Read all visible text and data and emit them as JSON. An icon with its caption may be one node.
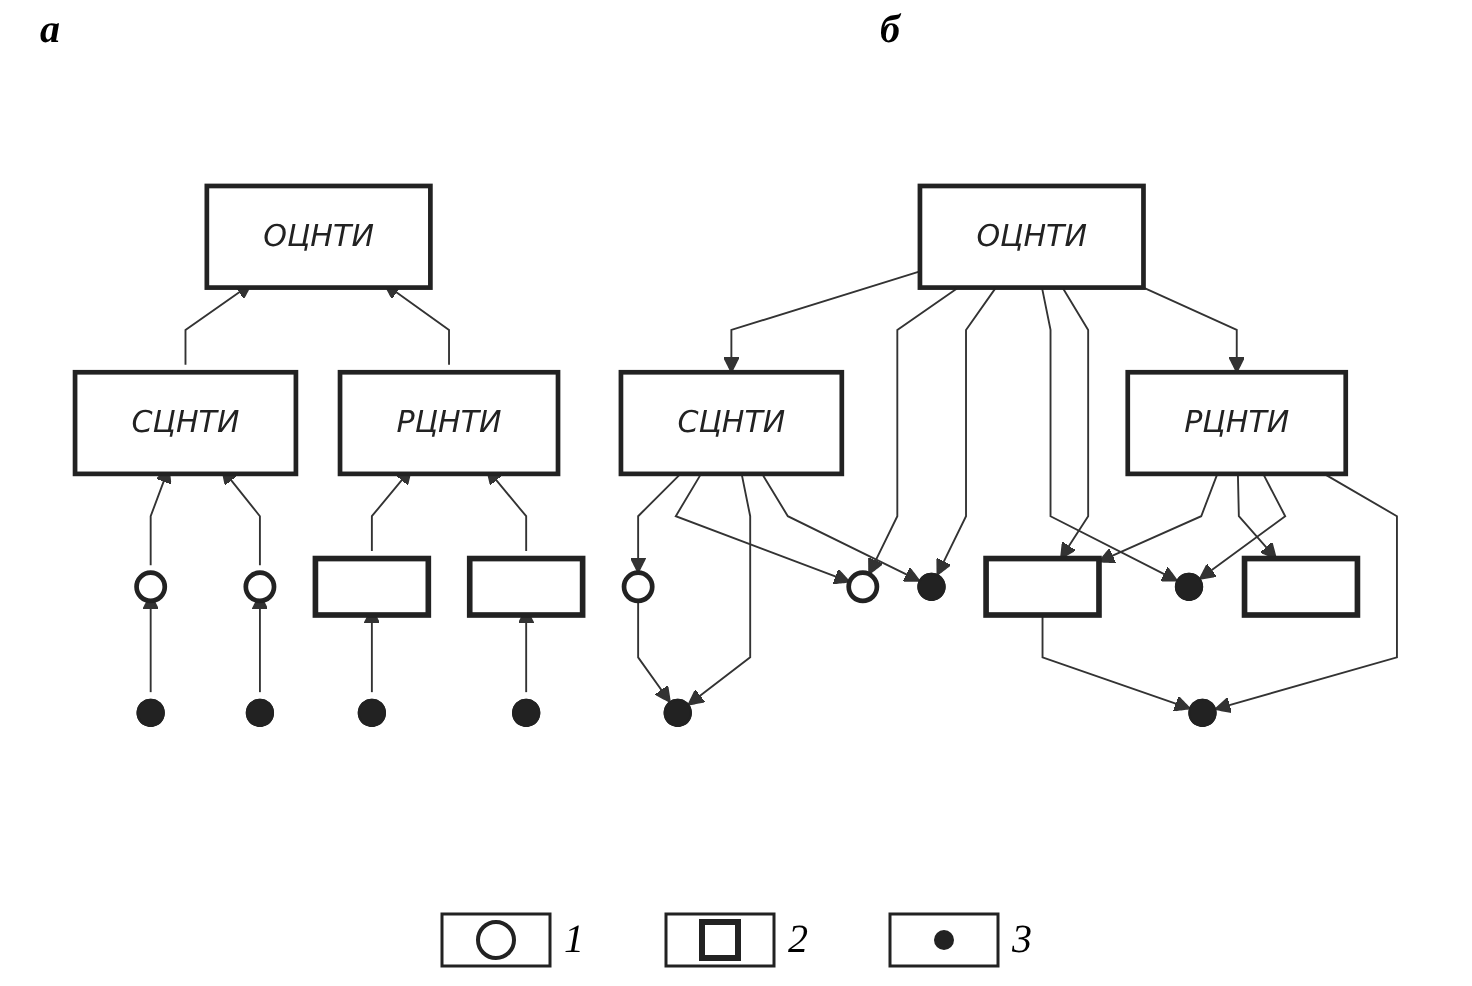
{
  "diagram": {
    "nodes": [
      {
        "text": [
          "ОЦНТИ"
        ]
      },
      {
        "text": [
          "СЦНТИ"
        ]
      },
      {
        "text": [
          "РЦНТИ"
        ]
      },
      {
        "text": [],
        "shape": "circle"
      },
      {
        "text": [],
        "shape": "circle"
      },
      {
        "text": [],
        "shape": "box"
      },
      {
        "text": [],
        "shape": "box"
      },
      {
        "text": [],
        "shape": "dot"
      },
      {
        "text": [],
        "shape": "dot"
      },
      {
        "text": [],
        "shape": "dot"
      },
      {
        "text": [],
        "shape": "dot"
      },
      {
        "text": [
          "ОЦНТИ"
        ]
      },
      {
        "text": [
          "СЦНТИ"
        ]
      },
      {
        "text": [
          "РЦНТИ"
        ]
      },
      {
        "text": [],
        "shape": "circle"
      },
      {
        "text": [],
        "shape": "circle"
      },
      {
        "text": [],
        "shape": "box"
      },
      {
        "text": [],
        "shape": "box"
      },
      {
        "text": [],
        "shape": "dot"
      },
      {
        "text": [],
        "shape": "dot"
      },
      {
        "text": [],
        "shape": "dot"
      },
      {
        "text": [],
        "shape": "dot"
      }
    ],
    "edges": [
      {
        "from": 1,
        "to": 0,
        "arrow": "to"
      },
      {
        "from": 2,
        "to": 0,
        "arrow": "to"
      },
      {
        "from": 3,
        "to": 1,
        "arrow": "to"
      },
      {
        "from": 4,
        "to": 1,
        "arrow": "to"
      },
      {
        "from": 5,
        "to": 2,
        "arrow": "to"
      },
      {
        "from": 6,
        "to": 2,
        "arrow": "to"
      },
      {
        "from": 7,
        "to": 3,
        "arrow": "to"
      },
      {
        "from": 8,
        "to": 4,
        "arrow": "to"
      },
      {
        "from": 9,
        "to": 5,
        "arrow": "to"
      },
      {
        "from": 10,
        "to": 6,
        "arrow": "to"
      },
      {
        "from": 11,
        "to": 12,
        "arrow": "to"
      },
      {
        "from": 11,
        "to": 15,
        "arrow": "to"
      },
      {
        "from": 11,
        "to": 19,
        "arrow": "to"
      },
      {
        "from": 11,
        "to": 20,
        "arrow": "to"
      },
      {
        "from": 11,
        "to": 16,
        "arrow": "to"
      },
      {
        "from": 11,
        "to": 13,
        "arrow": "to"
      },
      {
        "from": 12,
        "to": 14,
        "arrow": "to"
      },
      {
        "from": 12,
        "to": 15,
        "arrow": "to"
      },
      {
        "from": 12,
        "to": 18,
        "arrow": "to"
      },
      {
        "from": 12,
        "to": 19,
        "arrow": "to"
      },
      {
        "from": 13,
        "to": 16,
        "arrow": "to"
      },
      {
        "from": 13,
        "to": 17,
        "arrow": "to"
      },
      {
        "from": 13,
        "to": 20,
        "arrow": "to"
      },
      {
        "from": 13,
        "to": 21,
        "arrow": "to"
      },
      {
        "from": 14,
        "to": 18,
        "arrow": "to"
      },
      {
        "from": 16,
        "to": 21,
        "arrow": "to"
      }
    ],
    "labels": [
      "а",
      "б"
    ],
    "legend": [
      {
        "text": "1"
      },
      {
        "text": "2"
      },
      {
        "text": "3"
      }
    ]
  }
}
